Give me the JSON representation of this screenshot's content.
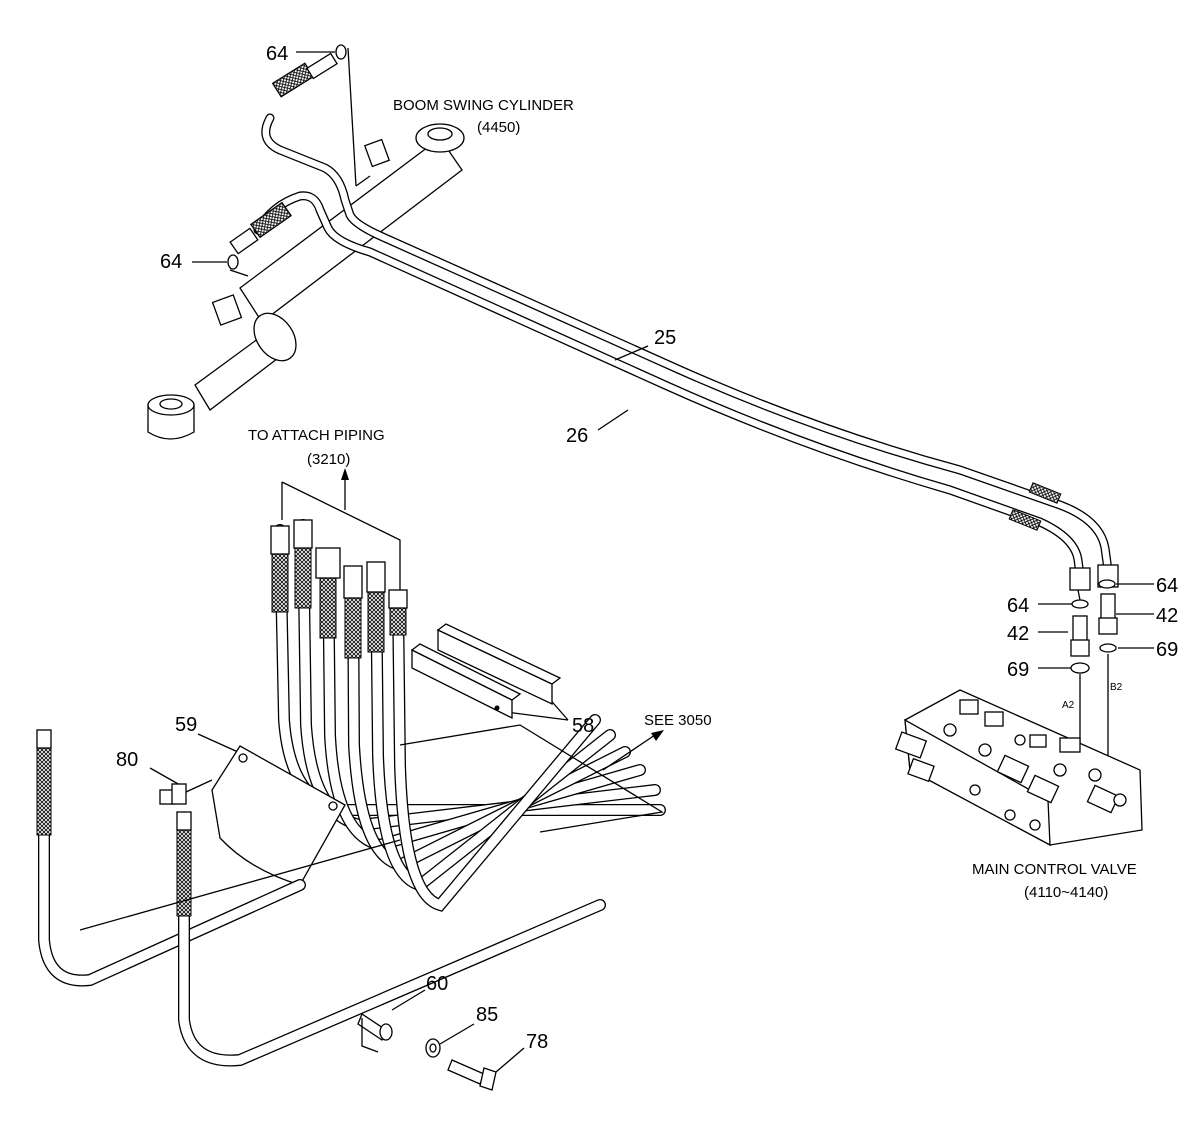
{
  "callouts": {
    "c64_top": "64",
    "c64_left": "64",
    "c25": "25",
    "c26": "26",
    "c64_right_a": "64",
    "c64_right_b": "64",
    "c42_a": "42",
    "c42_b": "42",
    "c69_a": "69",
    "c69_b": "69",
    "c59": "59",
    "c80": "80",
    "c58": "58",
    "c60": "60",
    "c85": "85",
    "c78": "78"
  },
  "captions": {
    "boom_swing_cylinder": "BOOM SWING CYLINDER",
    "boom_swing_cylinder_ref": "(4450)",
    "to_attach_piping": "TO ATTACH PIPING",
    "to_attach_piping_ref": "(3210)",
    "see_3050": "SEE 3050",
    "main_control_valve": "MAIN CONTROL VALVE",
    "main_control_valve_ref": "(4110~4140)",
    "port_a2": "A2",
    "port_b2": "B2"
  }
}
